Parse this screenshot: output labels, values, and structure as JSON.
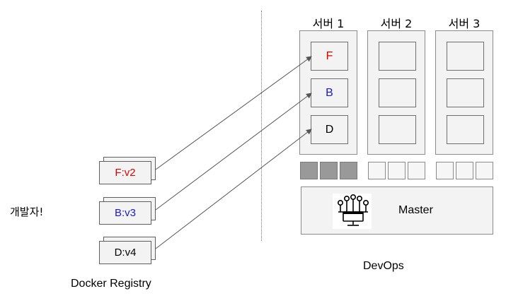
{
  "developer": {
    "label": "개발자!"
  },
  "registry": {
    "label": "Docker Registry",
    "images": [
      {
        "label": "F:v2",
        "color": "#e00000"
      },
      {
        "label": "B:v3",
        "color": "#1a1acc"
      },
      {
        "label": "D:v4",
        "color": "#000000"
      }
    ]
  },
  "servers": [
    {
      "title": "서버 1",
      "slots": [
        {
          "label": "F",
          "color": "#e00000"
        },
        {
          "label": "B",
          "color": "#1a1acc"
        },
        {
          "label": "D",
          "color": "#000000"
        }
      ],
      "nodes": [
        "filled",
        "filled",
        "filled"
      ]
    },
    {
      "title": "서버 2",
      "slots": [
        {
          "label": ""
        },
        {
          "label": ""
        },
        {
          "label": ""
        }
      ],
      "nodes": [
        "empty",
        "empty",
        "empty"
      ]
    },
    {
      "title": "서버 3",
      "slots": [
        {
          "label": ""
        },
        {
          "label": ""
        },
        {
          "label": ""
        }
      ],
      "nodes": [
        "empty",
        "empty",
        "empty"
      ]
    }
  ],
  "master": {
    "label": "Master",
    "icon": "network-monitor-icon"
  },
  "devops": {
    "label": "DevOps"
  },
  "colors": {
    "node_filled": "#999999",
    "node_empty": "#f6f6f6",
    "box_fill": "#f3f3f3",
    "arrow": "#555555"
  }
}
